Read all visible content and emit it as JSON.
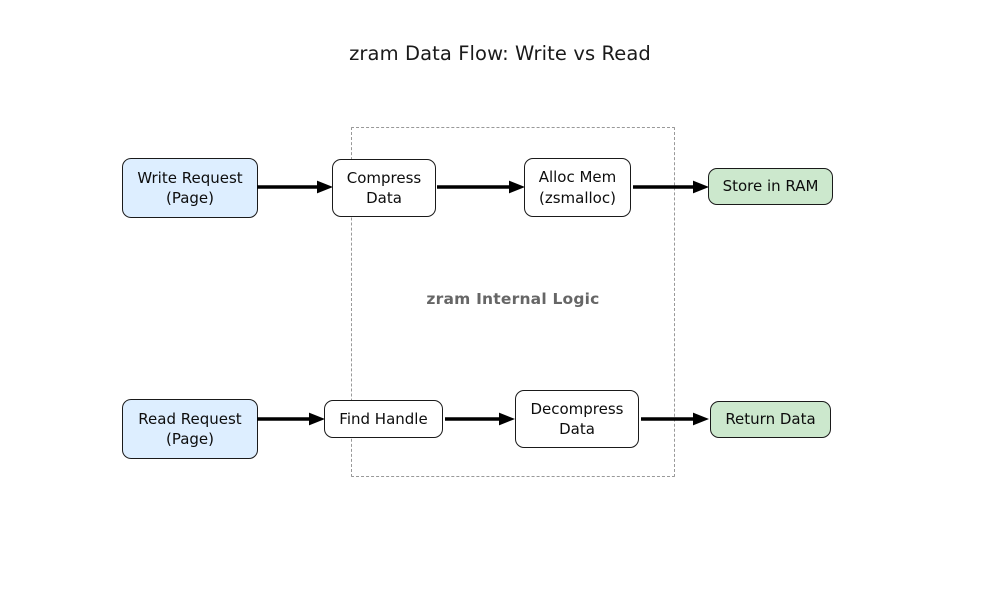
{
  "diagram": {
    "title": "zram Data Flow: Write vs Read",
    "type": "flowchart",
    "background_color": "#ffffff",
    "group": {
      "label": "zram Internal Logic",
      "border_style": "dashed",
      "border_color": "#999999",
      "label_color": "#666666"
    },
    "colors": {
      "input_fill": "#ddeeff",
      "internal_fill": "#ffffff",
      "output_fill": "#cce8cd",
      "node_border": "#1a1a1a",
      "arrow": "#000000",
      "title_text": "#1a1a1a"
    },
    "nodes": [
      {
        "id": "write_request",
        "label": "Write Request\n(Page)",
        "style": "blue",
        "lane": "write",
        "inside_group": false
      },
      {
        "id": "compress_data",
        "label": "Compress\nData",
        "style": "plain",
        "lane": "write",
        "inside_group": true
      },
      {
        "id": "alloc_mem",
        "label": "Alloc Mem\n(zsmalloc)",
        "style": "plain",
        "lane": "write",
        "inside_group": true
      },
      {
        "id": "store_ram",
        "label": "Store in RAM",
        "style": "green",
        "lane": "write",
        "inside_group": false
      },
      {
        "id": "read_request",
        "label": "Read Request\n(Page)",
        "style": "blue",
        "lane": "read",
        "inside_group": false
      },
      {
        "id": "find_handle",
        "label": "Find Handle",
        "style": "plain",
        "lane": "read",
        "inside_group": true
      },
      {
        "id": "decompress",
        "label": "Decompress\nData",
        "style": "plain",
        "lane": "read",
        "inside_group": true
      },
      {
        "id": "return_data",
        "label": "Return Data",
        "style": "green",
        "lane": "read",
        "inside_group": false
      }
    ],
    "edges": [
      {
        "id": "w1",
        "from": "write_request",
        "to": "compress_data",
        "arrowhead": "solid-triangle"
      },
      {
        "id": "w2",
        "from": "compress_data",
        "to": "alloc_mem",
        "arrowhead": "solid-triangle"
      },
      {
        "id": "w3",
        "from": "alloc_mem",
        "to": "store_ram",
        "arrowhead": "solid-triangle"
      },
      {
        "id": "r1",
        "from": "read_request",
        "to": "find_handle",
        "arrowhead": "solid-triangle"
      },
      {
        "id": "r2",
        "from": "find_handle",
        "to": "decompress",
        "arrowhead": "solid-triangle"
      },
      {
        "id": "r3",
        "from": "decompress",
        "to": "return_data",
        "arrowhead": "solid-triangle"
      }
    ]
  }
}
